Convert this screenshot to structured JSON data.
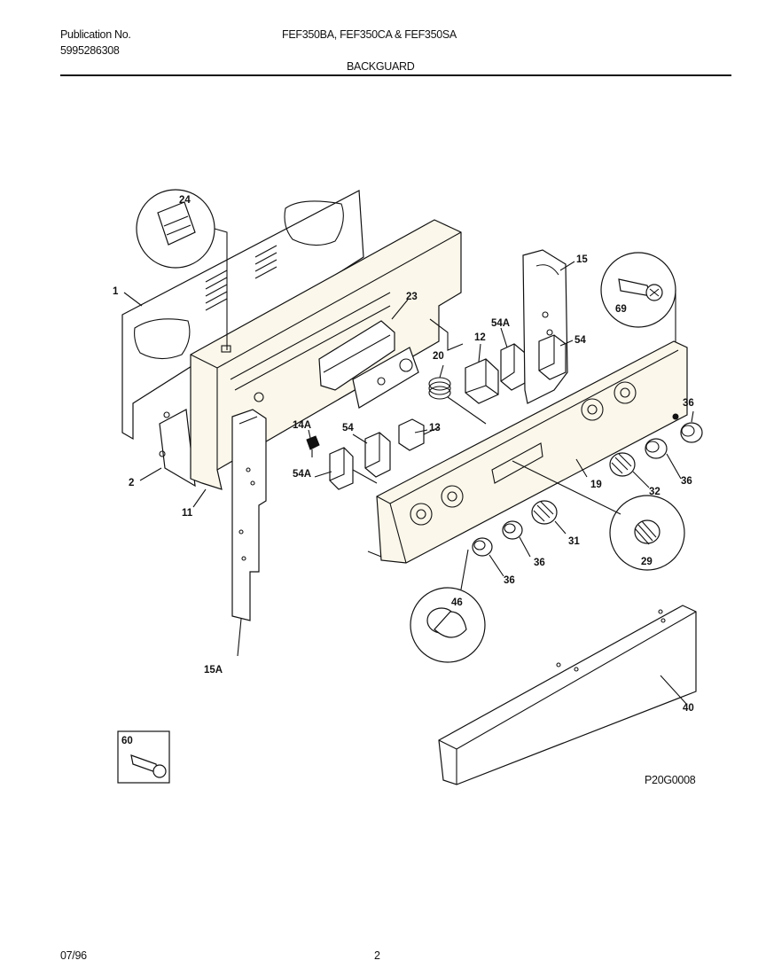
{
  "header": {
    "publication_label": "Publication No.",
    "publication_number": "5995286308",
    "models": "FEF350BA, FEF350CA & FEF350SA",
    "section_title": "BACKGUARD"
  },
  "diagram_code": "P20G0008",
  "footer": {
    "date": "07/96",
    "page_number": "2"
  },
  "callouts": {
    "p1": "1",
    "p2": "2",
    "p11": "11",
    "p12": "12",
    "p13": "13",
    "p14A": "14A",
    "p15": "15",
    "p15A": "15A",
    "p19": "19",
    "p20": "20",
    "p23": "23",
    "p24": "24",
    "p29": "29",
    "p31": "31",
    "p32": "32",
    "p36a": "36",
    "p36b": "36",
    "p36c": "36",
    "p36d": "36",
    "p40": "40",
    "p46": "46",
    "p54a": "54",
    "p54b": "54",
    "p54Aa": "54A",
    "p54Ab": "54A",
    "p60": "60",
    "p69": "69"
  }
}
